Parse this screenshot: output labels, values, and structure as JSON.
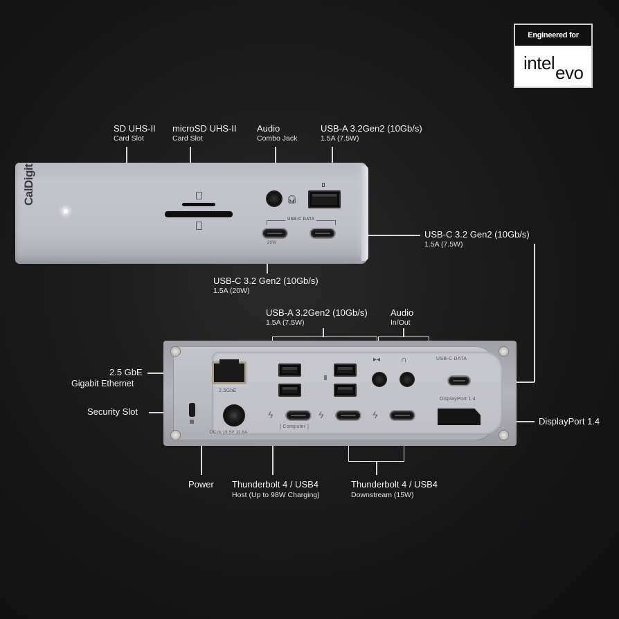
{
  "badge": {
    "top_text": "Engineered for",
    "brand": "intel",
    "product": "evo"
  },
  "front": {
    "logo": "CalDigit",
    "port_tags": {
      "usb_c_data": "USB-C DATA",
      "power_20w": "20W"
    },
    "labels": [
      {
        "id": "sd",
        "title": "SD UHS-II",
        "subtitle": "Card Slot"
      },
      {
        "id": "microsd",
        "title": "microSD UHS-II",
        "subtitle": "Card Slot"
      },
      {
        "id": "audio",
        "title": "Audio",
        "subtitle": "Combo Jack"
      },
      {
        "id": "usba",
        "title": "USB-A 3.2Gen2 (10Gb/s)",
        "subtitle": "1.5A (7.5W)"
      },
      {
        "id": "usbc_right",
        "title": "USB-C  3.2 Gen2 (10Gb/s)",
        "subtitle": "1.5A (7.5W)"
      },
      {
        "id": "usbc_left",
        "title": "USB-C  3.2 Gen2 (10Gb/s)",
        "subtitle": "1.5A (20W)"
      }
    ]
  },
  "rear": {
    "port_tags": {
      "ethernet": "2.5GbE",
      "dc_in": "DC in 19.5V 11.8A",
      "computer": "[ Computer ]",
      "usb_c_data": "USB-C DATA",
      "displayport": "DisplayPort 1.4"
    },
    "labels": [
      {
        "id": "usba_rear",
        "title": "USB-A 3.2Gen2 (10Gb/s)",
        "subtitle": "1.5A (7.5W)"
      },
      {
        "id": "audio_rear",
        "title": "Audio",
        "subtitle": "In/Out"
      },
      {
        "id": "ethernet",
        "title": "2.5 GbE",
        "subtitle": "Gigabit Ethernet"
      },
      {
        "id": "security",
        "title": "Security Slot"
      },
      {
        "id": "displayport",
        "title": "DisplayPort 1.4"
      },
      {
        "id": "power",
        "title": "Power"
      },
      {
        "id": "tb_host",
        "title": "Thunderbolt 4 / USB4",
        "subtitle": "Host (Up to 98W Charging)"
      },
      {
        "id": "tb_down",
        "title": "Thunderbolt 4 / USB4",
        "subtitle": "Downstream (15W)"
      }
    ]
  },
  "colors": {
    "background": "#1a1a1b",
    "device_silver": "#c0c1c7",
    "callout_line": "#d8d8d8",
    "text": "#f2f2f2"
  }
}
